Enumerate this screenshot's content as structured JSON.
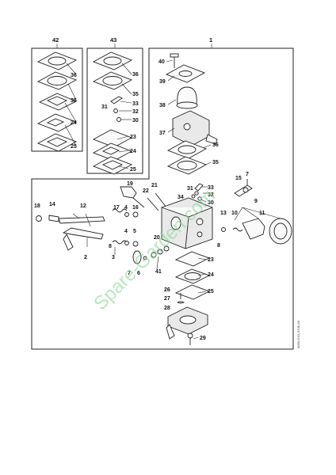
{
  "groups": {
    "g42": "42",
    "g43": "43",
    "g1": "1"
  },
  "callouts": {
    "p1": "1",
    "p2": "2",
    "p3": "3",
    "p4a": "4",
    "p4b": "4",
    "p5": "5",
    "p6": "6",
    "p7a": "7",
    "p7b": "7",
    "p8a": "8",
    "p8b": "8",
    "p9": "9",
    "p10": "10",
    "p11": "11",
    "p12": "12",
    "p13": "13",
    "p14": "14",
    "p15": "15",
    "p16": "16",
    "p17": "17",
    "p18": "18",
    "p19": "19",
    "p20": "20",
    "p21": "21",
    "p22": "22",
    "p23a": "23",
    "p23b": "23",
    "p24a": "24",
    "p24b": "24",
    "p24c": "24",
    "p25a": "25",
    "p25b": "25",
    "p25c": "25",
    "p26": "26",
    "p27": "27",
    "p28": "28",
    "p29": "29",
    "p30a": "30",
    "p30b": "30",
    "p31a": "31",
    "p31b": "31",
    "p32a": "32",
    "p32b": "32",
    "p33a": "33",
    "p33b": "33",
    "p34": "34",
    "p35a": "35",
    "p35b": "35",
    "p35c": "35",
    "p36a": "36",
    "p36b": "36",
    "p36c": "36",
    "p37": "37",
    "p38": "38",
    "p39": "39",
    "p40": "40",
    "p41": "41"
  },
  "figure_code": "0000-GXX-5745-A0",
  "watermark": "Spare-Garden.com"
}
